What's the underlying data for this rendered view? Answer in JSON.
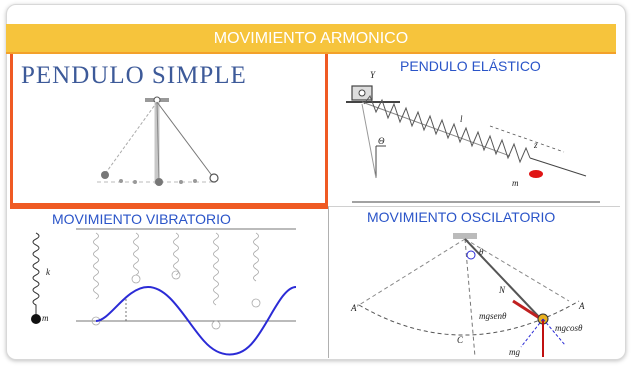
{
  "header": {
    "title": "MOVIMIENTO ARMONICO"
  },
  "panels": {
    "simple": {
      "title": "PENDULO SIMPLE"
    },
    "elastic": {
      "title": "PENDULO ELÁSTICO",
      "labels": {
        "y": "Y",
        "l": "l",
        "z": "z",
        "m": "m",
        "theta": "Θ"
      }
    },
    "vibratorio": {
      "title": "MOVIMIENTO VIBRATORIO",
      "labels": {
        "k": "k",
        "m": "m"
      }
    },
    "oscilatorio": {
      "title": "MOVIMIENTO OSCILATORIO",
      "labels": {
        "theta": "θ",
        "n": "N",
        "a_left": "A'",
        "a_right": "A",
        "c": "C",
        "mgsen": "mgsenθ",
        "mgcos": "mgcosθ",
        "mg": "mg"
      }
    }
  },
  "colors": {
    "header": "#f6c43c",
    "frame": "#ef5a23",
    "title_blue": "#2a54c8",
    "wave": "#2b2bd6",
    "mass_red": "#e01515"
  }
}
